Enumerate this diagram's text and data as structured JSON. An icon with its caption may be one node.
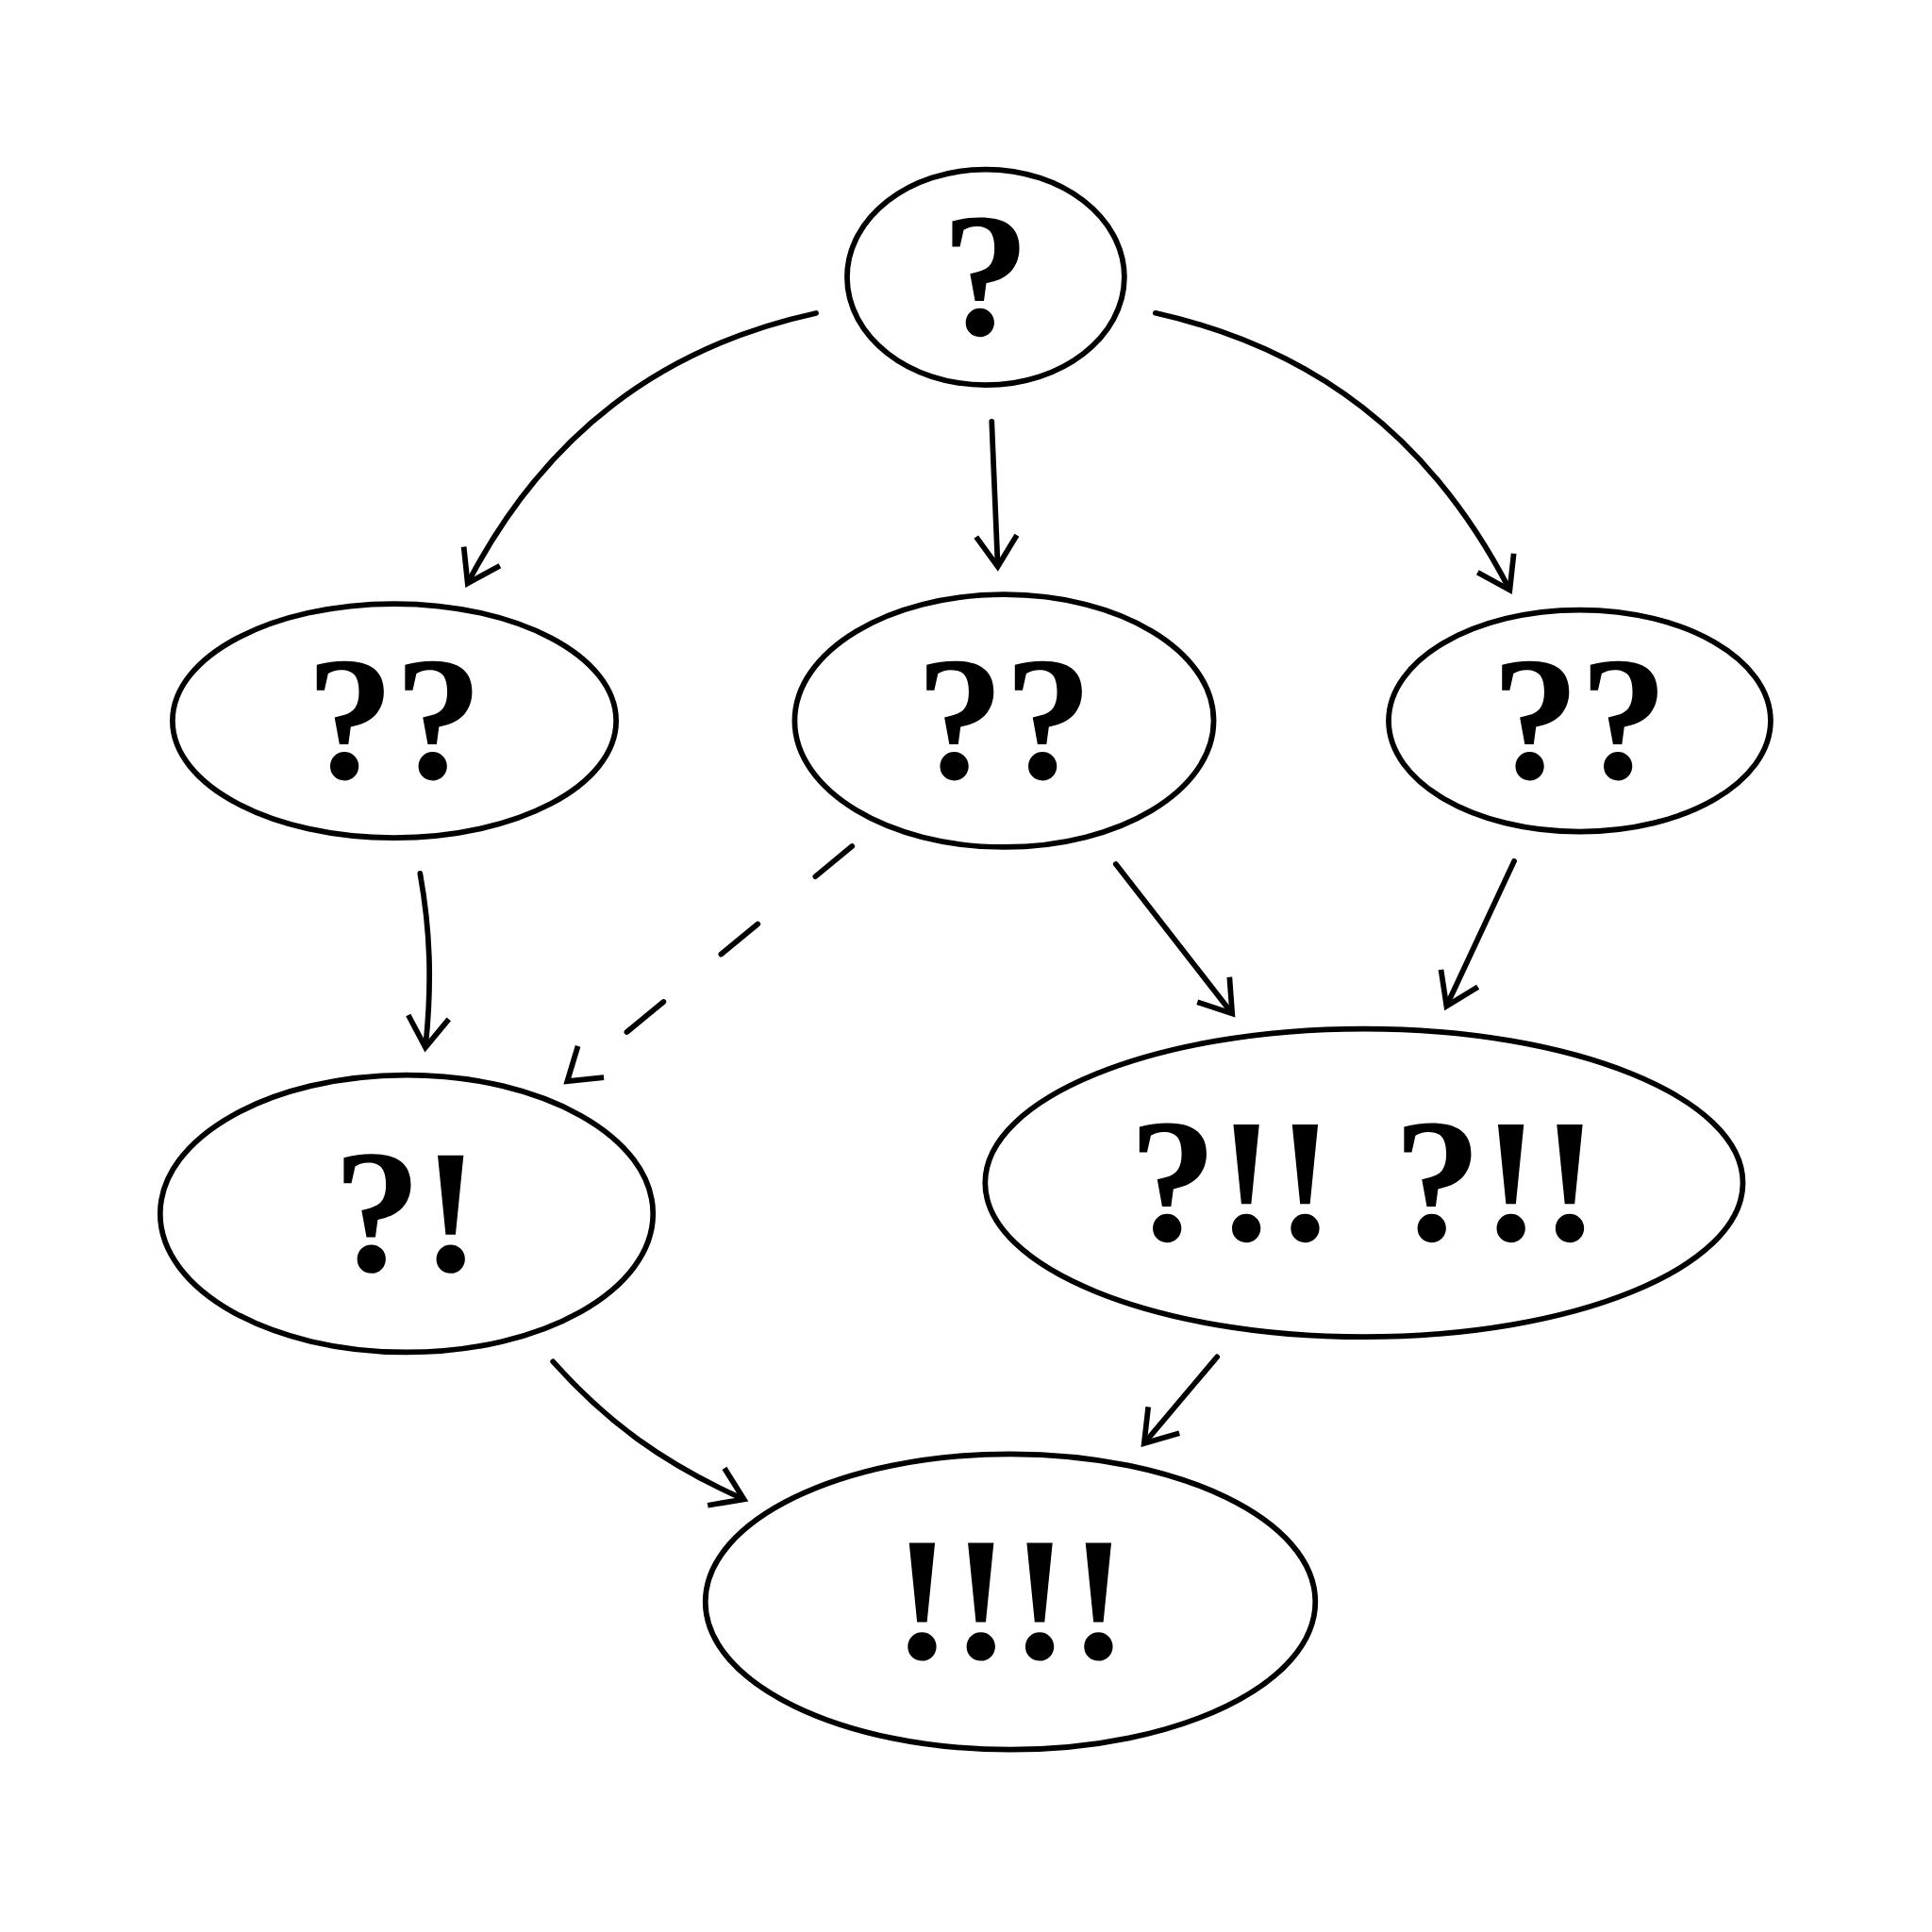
{
  "diagram": {
    "nodes": [
      {
        "text": [
          "?"
        ]
      },
      {
        "text": [
          "??"
        ]
      },
      {
        "text": [
          "??"
        ]
      },
      {
        "text": [
          "??"
        ]
      },
      {
        "text": [
          "?!"
        ]
      },
      {
        "text": [
          "?!! ?!!"
        ]
      },
      {
        "text": [
          "!!!!"
        ]
      }
    ],
    "edges": [
      {
        "from": 0,
        "to": 1,
        "arrow": "to"
      },
      {
        "from": 0,
        "to": 2,
        "arrow": "to"
      },
      {
        "from": 0,
        "to": 3,
        "arrow": "to"
      },
      {
        "from": 1,
        "to": 4,
        "arrow": "to"
      },
      {
        "from": 2,
        "to": 4,
        "arrow": "to",
        "style": "dashed"
      },
      {
        "from": 2,
        "to": 5,
        "arrow": "to"
      },
      {
        "from": 3,
        "to": 5,
        "arrow": "to"
      },
      {
        "from": 4,
        "to": 6,
        "arrow": "to"
      },
      {
        "from": 5,
        "to": 6,
        "arrow": "to"
      }
    ]
  }
}
